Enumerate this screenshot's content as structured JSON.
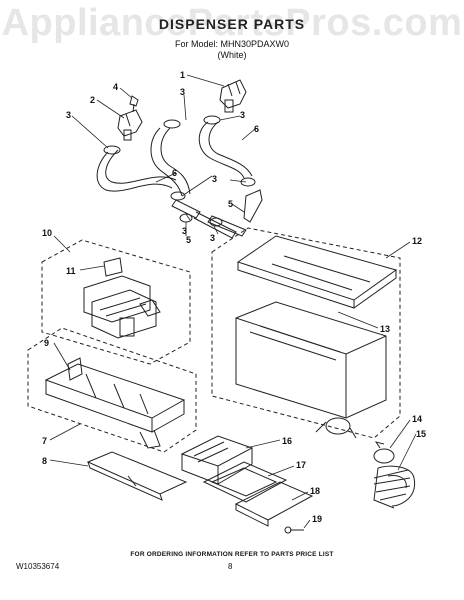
{
  "watermark": "AppliancePartsPros.com",
  "title": "DISPENSER PARTS",
  "model_line": "For Model: MHN30PDAXW0",
  "color_line": "(White)",
  "callouts": [
    "1",
    "2",
    "3",
    "4",
    "5",
    "6",
    "10",
    "11",
    "12",
    "13",
    "9",
    "7",
    "8",
    "14",
    "15",
    "16",
    "17",
    "18",
    "19"
  ],
  "footer_note": "FOR ORDERING INFORMATION REFER TO PARTS PRICE LIST",
  "doc_id": "W10353674",
  "page_number": "8"
}
